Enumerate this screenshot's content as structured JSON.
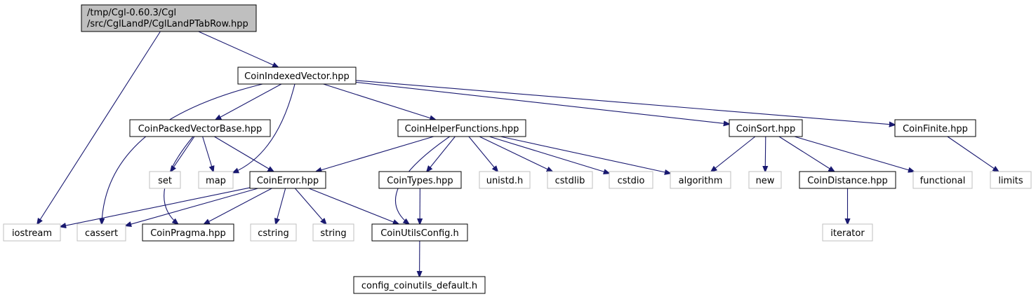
{
  "colors": {
    "edge": "#191970",
    "root_fill": "#bfbfbf",
    "root_border": "#000000",
    "documented_border": "#000000",
    "external_border": "#bfbfbf",
    "external_text": "#000000",
    "background": "#ffffff"
  },
  "nodes": [
    {
      "id": "root",
      "lines": [
        "/tmp/Cgl-0.60.3/Cgl",
        "/src/CglLandP/CglLandPTabRow.hpp"
      ],
      "kind": "root"
    },
    {
      "id": "coin_indexed_vector",
      "lines": [
        "CoinIndexedVector.hpp"
      ],
      "kind": "documented"
    },
    {
      "id": "coin_packed_vector_base",
      "lines": [
        "CoinPackedVectorBase.hpp"
      ],
      "kind": "documented"
    },
    {
      "id": "coin_helper_functions",
      "lines": [
        "CoinHelperFunctions.hpp"
      ],
      "kind": "documented"
    },
    {
      "id": "coin_sort",
      "lines": [
        "CoinSort.hpp"
      ],
      "kind": "documented"
    },
    {
      "id": "coin_finite",
      "lines": [
        "CoinFinite.hpp"
      ],
      "kind": "documented"
    },
    {
      "id": "set",
      "lines": [
        "set"
      ],
      "kind": "external"
    },
    {
      "id": "map",
      "lines": [
        "map"
      ],
      "kind": "external"
    },
    {
      "id": "coin_error",
      "lines": [
        "CoinError.hpp"
      ],
      "kind": "documented"
    },
    {
      "id": "coin_types",
      "lines": [
        "CoinTypes.hpp"
      ],
      "kind": "documented"
    },
    {
      "id": "unistd",
      "lines": [
        "unistd.h"
      ],
      "kind": "external"
    },
    {
      "id": "cstdlib",
      "lines": [
        "cstdlib"
      ],
      "kind": "external"
    },
    {
      "id": "cstdio",
      "lines": [
        "cstdio"
      ],
      "kind": "external"
    },
    {
      "id": "algorithm",
      "lines": [
        "algorithm"
      ],
      "kind": "external"
    },
    {
      "id": "new",
      "lines": [
        "new"
      ],
      "kind": "external"
    },
    {
      "id": "coin_distance",
      "lines": [
        "CoinDistance.hpp"
      ],
      "kind": "documented"
    },
    {
      "id": "functional",
      "lines": [
        "functional"
      ],
      "kind": "external"
    },
    {
      "id": "limits",
      "lines": [
        "limits"
      ],
      "kind": "external"
    },
    {
      "id": "iostream",
      "lines": [
        "iostream"
      ],
      "kind": "external"
    },
    {
      "id": "cassert",
      "lines": [
        "cassert"
      ],
      "kind": "external"
    },
    {
      "id": "coin_pragma",
      "lines": [
        "CoinPragma.hpp"
      ],
      "kind": "documented"
    },
    {
      "id": "cstring",
      "lines": [
        "cstring"
      ],
      "kind": "external"
    },
    {
      "id": "string",
      "lines": [
        "string"
      ],
      "kind": "external"
    },
    {
      "id": "coin_utils_config",
      "lines": [
        "CoinUtilsConfig.h"
      ],
      "kind": "documented"
    },
    {
      "id": "iterator",
      "lines": [
        "iterator"
      ],
      "kind": "external"
    },
    {
      "id": "config_coinutils_default",
      "lines": [
        "config_coinutils_default.h"
      ],
      "kind": "documented"
    }
  ],
  "edges": [
    {
      "from": "root",
      "to": "iostream"
    },
    {
      "from": "root",
      "to": "coin_indexed_vector"
    },
    {
      "from": "coin_indexed_vector",
      "to": "coin_packed_vector_base"
    },
    {
      "from": "coin_indexed_vector",
      "to": "cassert"
    },
    {
      "from": "coin_indexed_vector",
      "to": "map"
    },
    {
      "from": "coin_indexed_vector",
      "to": "coin_helper_functions"
    },
    {
      "from": "coin_indexed_vector",
      "to": "coin_sort"
    },
    {
      "from": "coin_indexed_vector",
      "to": "coin_finite"
    },
    {
      "from": "coin_packed_vector_base",
      "to": "set"
    },
    {
      "from": "coin_packed_vector_base",
      "to": "map"
    },
    {
      "from": "coin_packed_vector_base",
      "to": "coin_error"
    },
    {
      "from": "coin_packed_vector_base",
      "to": "coin_pragma"
    },
    {
      "from": "coin_helper_functions",
      "to": "coin_error"
    },
    {
      "from": "coin_helper_functions",
      "to": "coin_utils_config"
    },
    {
      "from": "coin_helper_functions",
      "to": "coin_types"
    },
    {
      "from": "coin_helper_functions",
      "to": "unistd"
    },
    {
      "from": "coin_helper_functions",
      "to": "cstdlib"
    },
    {
      "from": "coin_helper_functions",
      "to": "cstdio"
    },
    {
      "from": "coin_helper_functions",
      "to": "algorithm"
    },
    {
      "from": "coin_error",
      "to": "iostream"
    },
    {
      "from": "coin_error",
      "to": "cassert"
    },
    {
      "from": "coin_error",
      "to": "coin_pragma"
    },
    {
      "from": "coin_error",
      "to": "cstring"
    },
    {
      "from": "coin_error",
      "to": "string"
    },
    {
      "from": "coin_error",
      "to": "coin_utils_config"
    },
    {
      "from": "coin_types",
      "to": "coin_utils_config"
    },
    {
      "from": "coin_utils_config",
      "to": "config_coinutils_default"
    },
    {
      "from": "coin_sort",
      "to": "algorithm"
    },
    {
      "from": "coin_sort",
      "to": "new"
    },
    {
      "from": "coin_sort",
      "to": "coin_distance"
    },
    {
      "from": "coin_sort",
      "to": "functional"
    },
    {
      "from": "coin_distance",
      "to": "iterator"
    },
    {
      "from": "coin_finite",
      "to": "limits"
    }
  ]
}
